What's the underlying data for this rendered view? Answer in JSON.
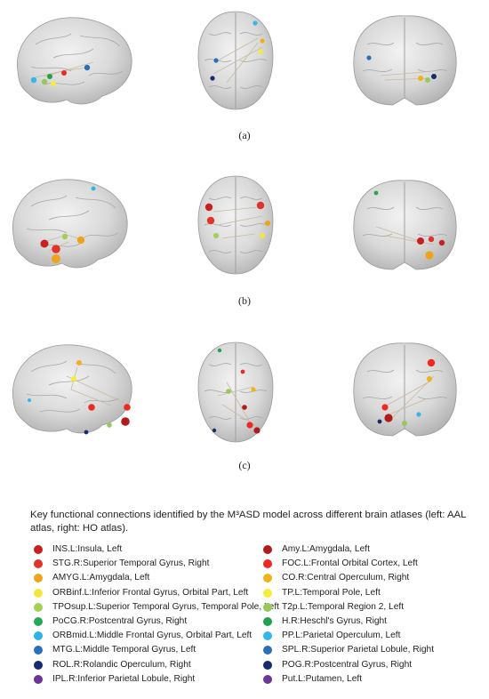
{
  "panels": [
    {
      "label": "(a)"
    },
    {
      "label": "(b)"
    },
    {
      "label": "(c)"
    }
  ],
  "legend": {
    "title": "Key functional connections identified by the M³ASD model across different brain atlases (left: AAL atlas, right: HO atlas).",
    "left": [
      {
        "label": "INS.L:Insula, Left",
        "color": "#c8211d"
      },
      {
        "label": "STG.R:Superior Temporal Gyrus, Right",
        "color": "#e2332b"
      },
      {
        "label": "AMYG.L:Amygdala, Left",
        "color": "#eda41a"
      },
      {
        "label": "ORBinf.L:Inferior Frontal Gyrus, Orbital Part, Left",
        "color": "#f3e63b"
      },
      {
        "label": "TPOsup.L:Superior Temporal Gyrus, Temporal Pole, Left",
        "color": "#a2cf56"
      },
      {
        "label": "PoCG.R:Postcentral Gyrus, Right",
        "color": "#26a852"
      },
      {
        "label": "ORBmid.L:Middle Frontal Gyrus, Orbital Part, Left",
        "color": "#2fb3e6"
      },
      {
        "label": "MTG.L:Middle Temporal Gyrus, Left",
        "color": "#2c70b7"
      },
      {
        "label": "ROL.R:Rolandic Operculum, Right",
        "color": "#172d6b"
      },
      {
        "label": "IPL.R:Inferior Parietal Lobule, Right",
        "color": "#6c3595"
      }
    ],
    "right": [
      {
        "label": "Amy.L:Amygdala, Left",
        "color": "#b01c1c"
      },
      {
        "label": "FOC.L:Frontal Orbital Cortex, Left",
        "color": "#ec2a24"
      },
      {
        "label": "CO.R:Central Operculum, Right",
        "color": "#f0b21b"
      },
      {
        "label": "TP.L:Temporal Pole, Left",
        "color": "#f6ec3a"
      },
      {
        "label": "T2p.L:Temporal Region 2, Left",
        "color": "#95c95a"
      },
      {
        "label": "H.R:Heschl's Gyrus, Right",
        "color": "#21a14e"
      },
      {
        "label": "PP.L:Parietal Operculum, Left",
        "color": "#35b7e8"
      },
      {
        "label": "SPL.R:Superior Parietal Lobule, Right",
        "color": "#2d6fb4"
      },
      {
        "label": "POG.R:Postcentral Gyrus, Right",
        "color": "#142c6a"
      },
      {
        "label": "Put.L:Putamen, Left",
        "color": "#6b3694"
      }
    ]
  }
}
